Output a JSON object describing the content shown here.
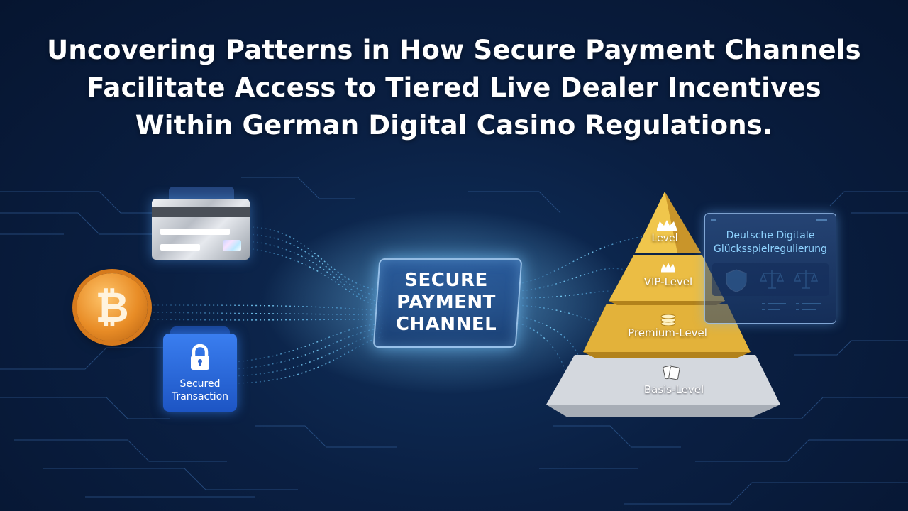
{
  "title": {
    "line1": "Uncovering Patterns in How Secure Payment Channels",
    "line2": "Facilitate Access to Tiered Live Dealer Incentives",
    "line3": "Within German Digital Casino Regulations."
  },
  "payment_methods": {
    "card_icon": "credit-card-icon",
    "coin_icon": "bitcoin-icon",
    "coin_glyph": "₿",
    "lock_icon": "padlock-icon",
    "lock_line1": "Secured",
    "lock_line2": "Transaction"
  },
  "channel": {
    "line1": "SECURE",
    "line2": "PAYMENT",
    "line3": "CHANNEL"
  },
  "tiers": [
    {
      "label": "Level",
      "icon": "crown-icon"
    },
    {
      "label": "VIP-Level",
      "icon": "crown-icon"
    },
    {
      "label": "Premium-Level",
      "icon": "coins-icon"
    },
    {
      "label": "Basis-Level",
      "icon": "playing-cards-icon"
    }
  ],
  "regulation_panel": {
    "line1": "Deutsche Digitale",
    "line2": "Glücksspielregulierung",
    "icons": [
      "shield-icon",
      "scales-icon",
      "scales-icon"
    ]
  },
  "colors": {
    "background": "#0a1f42",
    "gold": "#e3b23a",
    "silver": "#d5d9de",
    "accent_blue": "#5ab8ff",
    "panel_text": "#8fd3ff"
  }
}
